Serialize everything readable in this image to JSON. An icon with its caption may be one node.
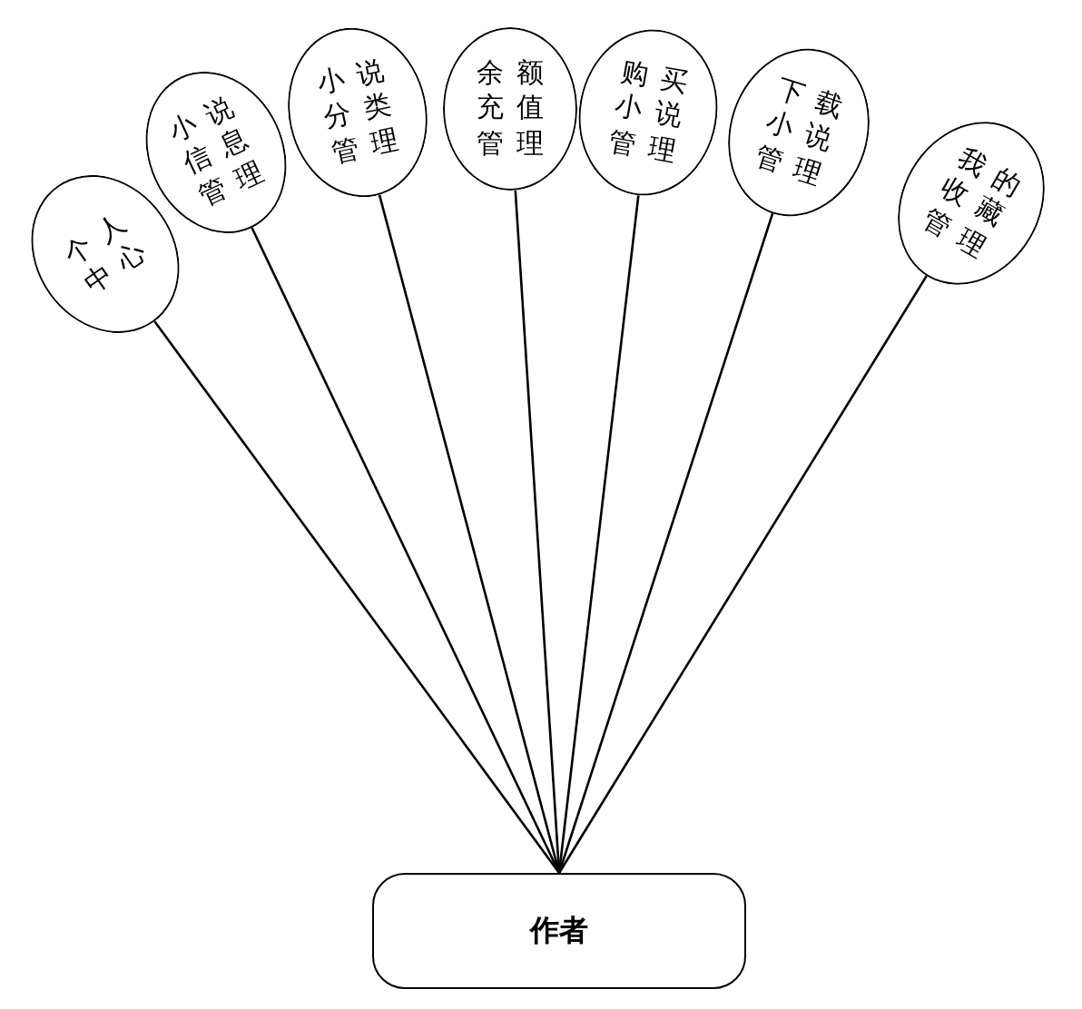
{
  "diagram": {
    "nodes": [
      {
        "text": [
          "个人中心"
        ]
      },
      {
        "text": [
          "小说信息管理"
        ]
      },
      {
        "text": [
          "小说分类管理"
        ]
      },
      {
        "text": [
          "余额充值管理"
        ]
      },
      {
        "text": [
          "购买小说管理"
        ]
      },
      {
        "text": [
          "下载小说管理"
        ]
      },
      {
        "text": [
          "我的收藏管理"
        ]
      },
      {
        "text": [
          "作者"
        ]
      }
    ],
    "edges": [
      {
        "from": 0,
        "to": 7,
        "arrow": "none"
      },
      {
        "from": 1,
        "to": 7,
        "arrow": "none"
      },
      {
        "from": 2,
        "to": 7,
        "arrow": "none"
      },
      {
        "from": 3,
        "to": 7,
        "arrow": "none"
      },
      {
        "from": 4,
        "to": 7,
        "arrow": "none"
      },
      {
        "from": 5,
        "to": 7,
        "arrow": "none"
      },
      {
        "from": 6,
        "to": 7,
        "arrow": "none"
      }
    ]
  }
}
